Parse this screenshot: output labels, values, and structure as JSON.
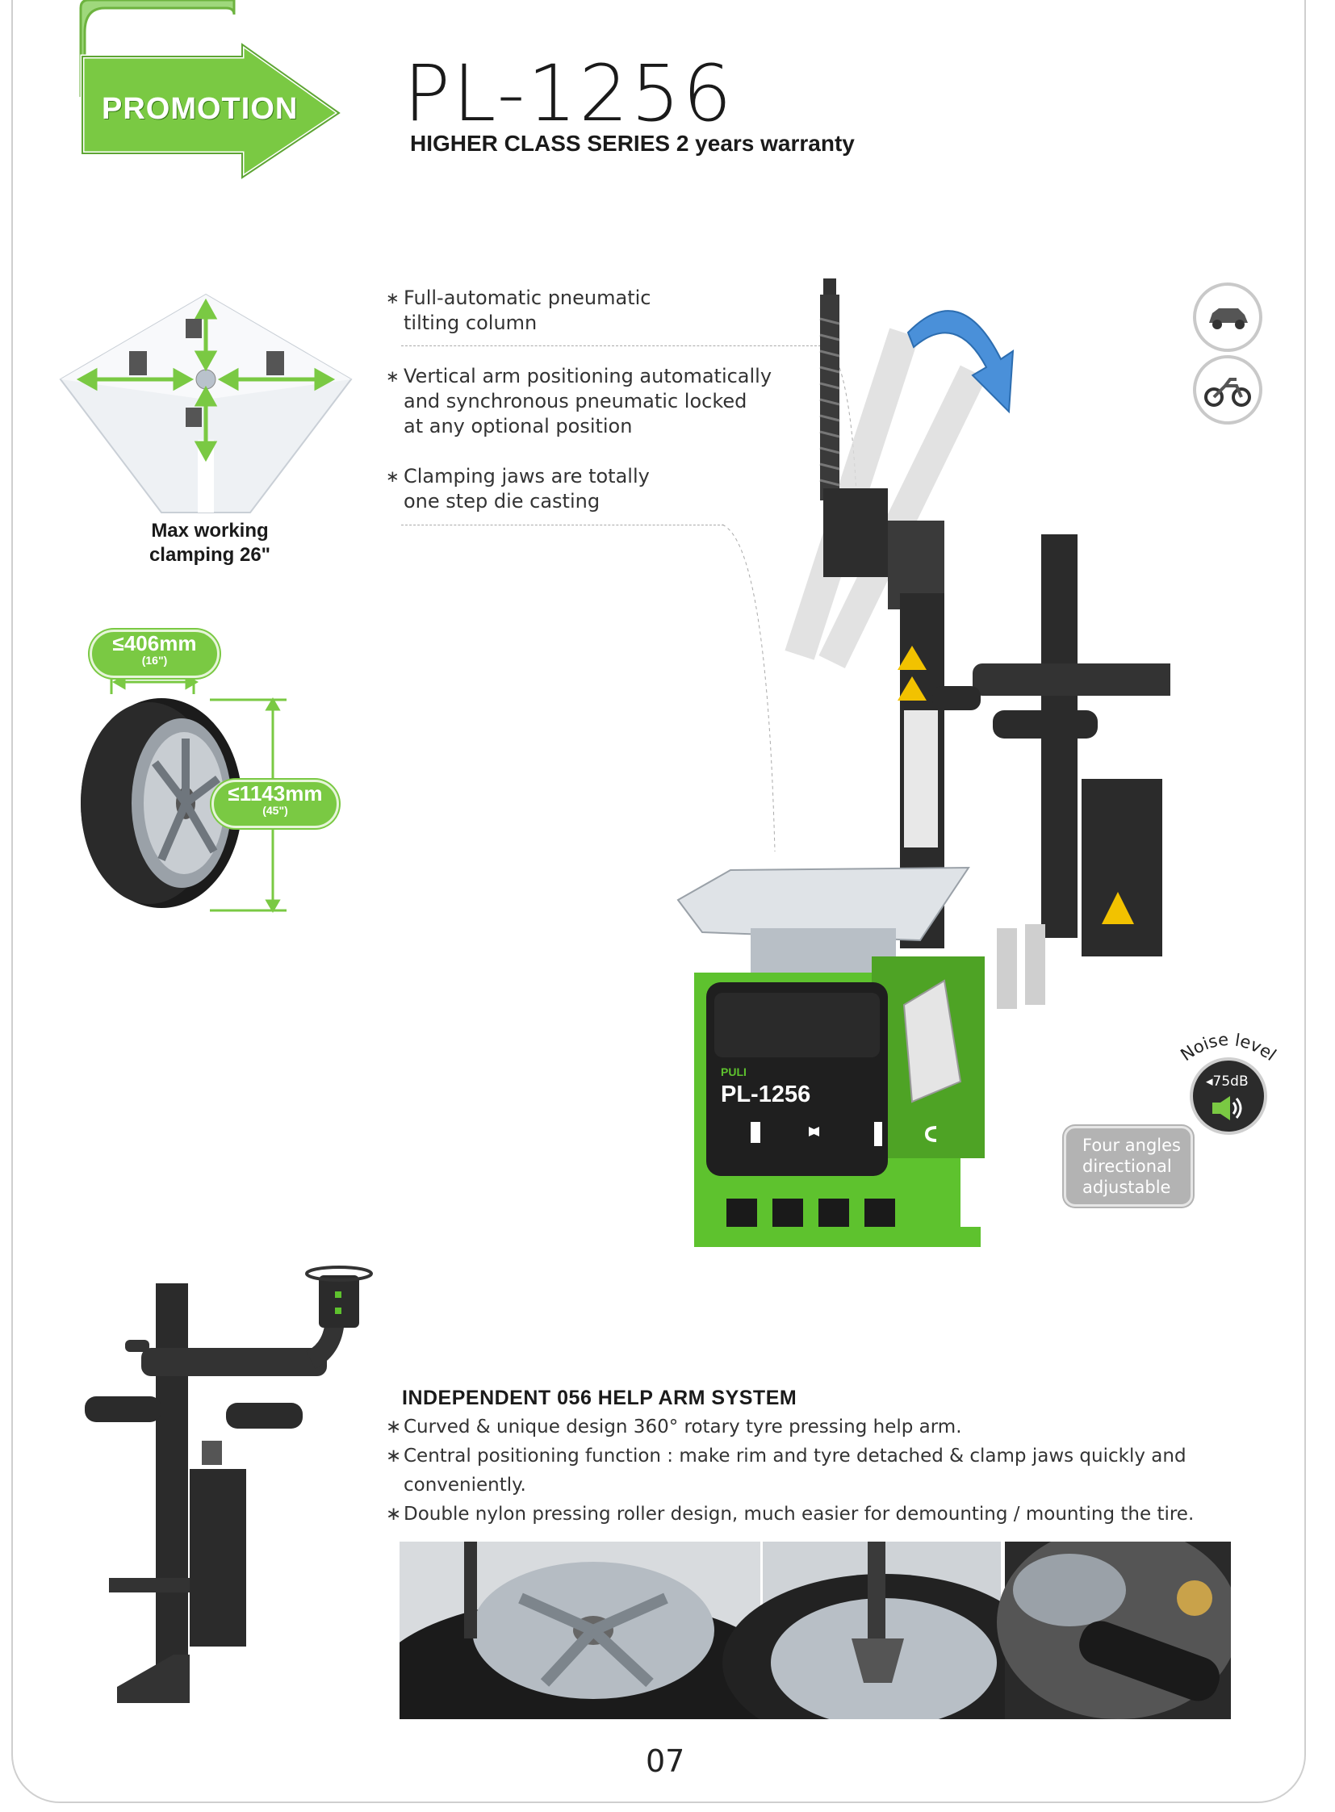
{
  "header": {
    "promo_label": "PROMOTION",
    "model": "PL-1256",
    "subtitle": "HIGHER CLASS SERIES 2 years warranty"
  },
  "features": [
    {
      "line1": "Full-automatic pneumatic",
      "line2": "tilting column"
    },
    {
      "line1": "Vertical arm positioning automatically",
      "line2": "and synchronous pneumatic locked",
      "line3": "at any optional position"
    },
    {
      "line1": "Clamping jaws are totally",
      "line2": "one step die casting"
    }
  ],
  "turntable": {
    "caption_line1": "Max working",
    "caption_line2": "clamping 26\""
  },
  "tyre": {
    "width_value": "≤406mm",
    "width_inch": "(16\")",
    "diameter_value": "≤1143mm",
    "diameter_inch": "(45\")"
  },
  "machine": {
    "panel_brand": "PULI",
    "panel_model": "PL-1256"
  },
  "noise": {
    "label": "Noise level",
    "value": "75dB"
  },
  "four_angles": {
    "line1": "Four angles",
    "line2": "directional",
    "line3": "adjustable"
  },
  "help_arm": {
    "heading": "INDEPENDENT 056 HELP ARM SYSTEM",
    "bullets": [
      "Curved & unique design 360°  rotary tyre pressing help arm.",
      "Central positioning function : make rim and tyre detached & clamp jaws quickly and",
      "conveniently.",
      "Double nylon pressing roller design, much easier for demounting / mounting the tire."
    ]
  },
  "page_number": "07",
  "colors": {
    "accent_green": "#7ac943",
    "machine_green": "#5ec22e",
    "dark": "#2b2b2b",
    "grey": "#b3b3b3"
  },
  "icons": [
    "car-icon",
    "motorcycle-icon",
    "speaker-icon",
    "curved-arrow-icon"
  ]
}
